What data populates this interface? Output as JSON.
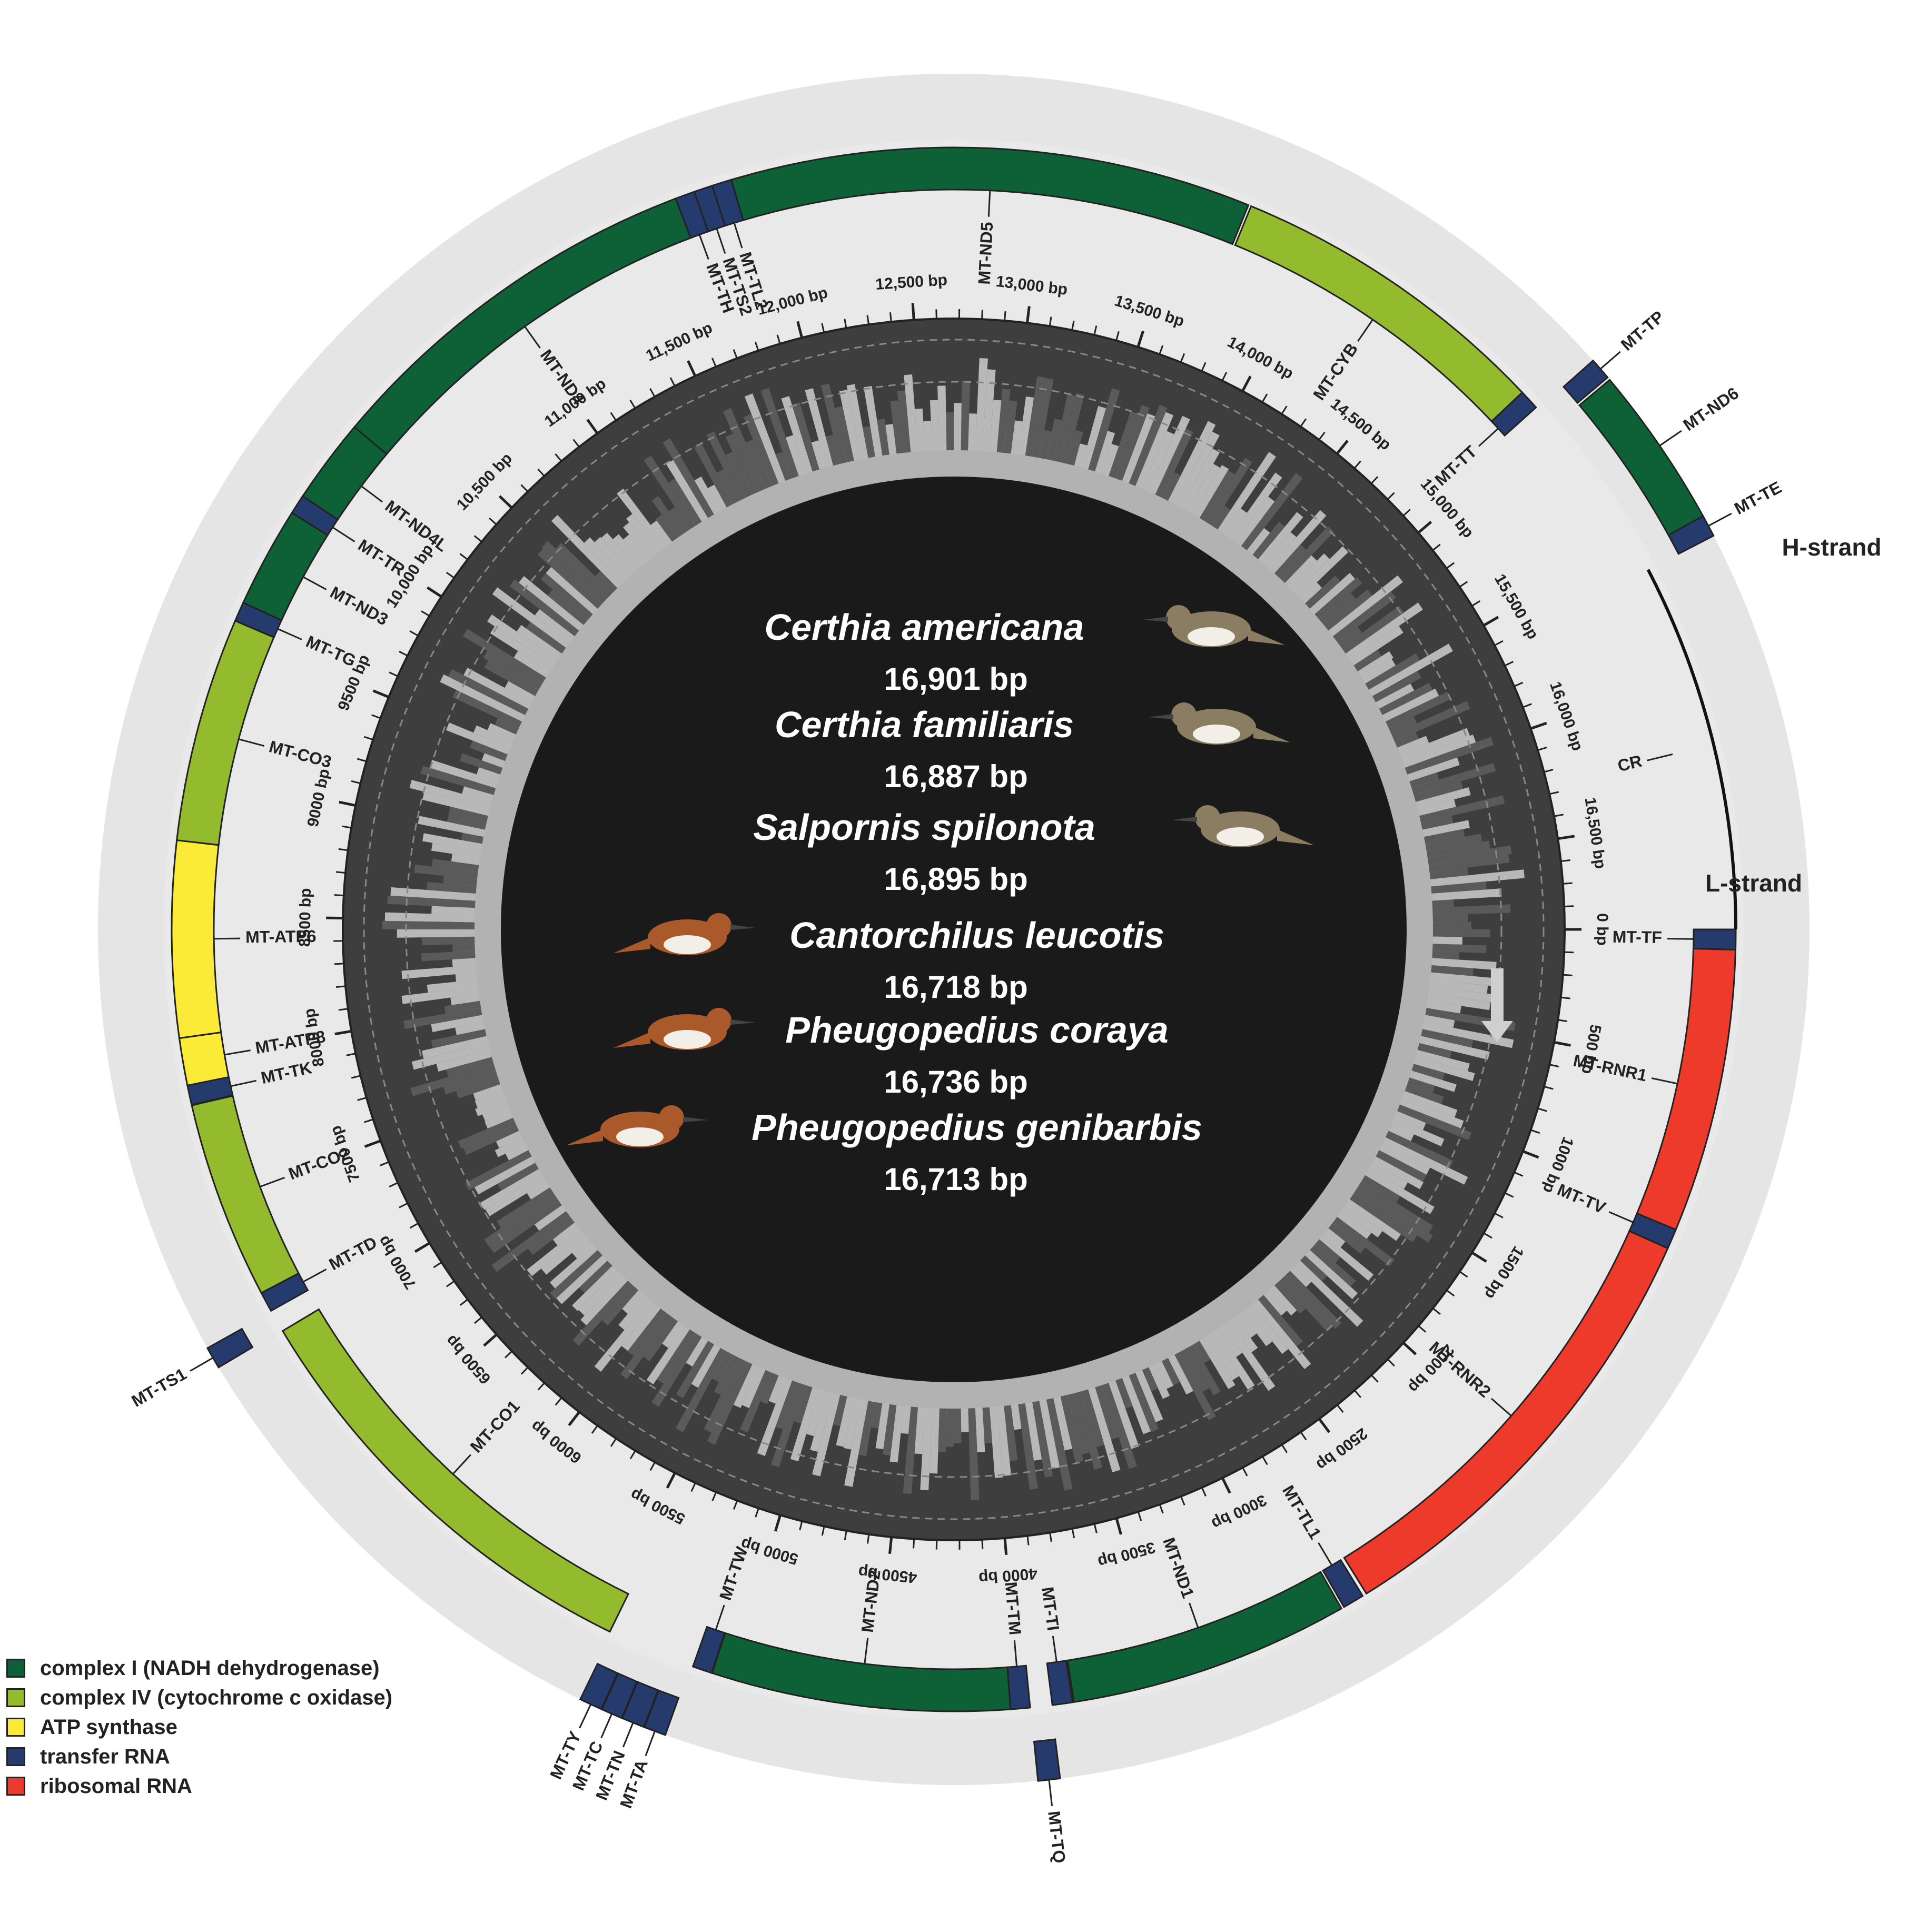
{
  "colors": {
    "complex_i": "#0e6136",
    "complex_iv": "#94bb2d",
    "atp": "#fbeb38",
    "trna": "#253a6d",
    "rrna": "#ee3a2b",
    "outer_ring": "#e5e5e5",
    "inner_ring": "#e9e9e9",
    "dark_ring": "#3e3e3e",
    "mid_ring": "#b2b2b2",
    "center": "#1a1a1a",
    "wren_brown": "#a9592a",
    "creeper_brown": "#8a7d62"
  },
  "genome": {
    "total_bp": 16901
  },
  "strands": {
    "h_label": "H-strand",
    "l_label": "L-strand"
  },
  "legend": [
    {
      "label": "complex I (NADH dehydrogenase)",
      "color_key": "complex_i"
    },
    {
      "label": "complex IV (cytochrome c oxidase)",
      "color_key": "complex_iv"
    },
    {
      "label": "ATP synthase",
      "color_key": "atp"
    },
    {
      "label": "transfer RNA",
      "color_key": "trna"
    },
    {
      "label": "ribosomal RNA",
      "color_key": "rrna"
    }
  ],
  "species": [
    {
      "name": "Certhia americana",
      "length": "16,901 bp",
      "bird": "creeper-bird"
    },
    {
      "name": "Certhia familiaris",
      "length": "16,887 bp",
      "bird": "creeper-bird"
    },
    {
      "name": "Salpornis spilonota",
      "length": "16,895 bp",
      "bird": "spotted-creeper-bird"
    },
    {
      "name": "Cantorchilus leucotis",
      "length": "16,718 bp",
      "bird": "wren-bird"
    },
    {
      "name": "Pheugopedius coraya",
      "length": "16,736 bp",
      "bird": "wren-bird"
    },
    {
      "name": "Pheugopedius genibarbis",
      "length": "16,713 bp",
      "bird": "wren-bird"
    }
  ],
  "chart_data": {
    "type": "circular-genome-map",
    "genes": [
      {
        "name": "MT-TF",
        "start": 0,
        "end": 70,
        "strand": "outer",
        "cat": "trna"
      },
      {
        "name": "MT-RNR1",
        "start": 70,
        "end": 1060,
        "strand": "outer",
        "cat": "rrna"
      },
      {
        "name": "MT-TV",
        "start": 1060,
        "end": 1130,
        "strand": "outer",
        "cat": "trna"
      },
      {
        "name": "MT-RNR2",
        "start": 1130,
        "end": 2730,
        "strand": "outer",
        "cat": "rrna"
      },
      {
        "name": "MT-TL1",
        "start": 2745,
        "end": 2820,
        "strand": "outer",
        "cat": "trna"
      },
      {
        "name": "MT-ND1",
        "start": 2830,
        "end": 3810,
        "strand": "outer",
        "cat": "complex_i"
      },
      {
        "name": "MT-TI",
        "start": 3815,
        "end": 3885,
        "strand": "outer",
        "cat": "trna"
      },
      {
        "name": "MT-TQ",
        "start": 3890,
        "end": 3960,
        "strand": "inner",
        "cat": "trna"
      },
      {
        "name": "MT-TM",
        "start": 3962,
        "end": 4030,
        "strand": "outer",
        "cat": "trna"
      },
      {
        "name": "MT-ND2",
        "start": 4030,
        "end": 5070,
        "strand": "outer",
        "cat": "complex_i"
      },
      {
        "name": "MT-TW",
        "start": 5072,
        "end": 5140,
        "strand": "outer",
        "cat": "trna"
      },
      {
        "name": "MT-TA",
        "start": 5150,
        "end": 5220,
        "strand": "inner",
        "cat": "trna"
      },
      {
        "name": "MT-TN",
        "start": 5222,
        "end": 5295,
        "strand": "inner",
        "cat": "trna"
      },
      {
        "name": "MT-TC",
        "start": 5297,
        "end": 5365,
        "strand": "inner",
        "cat": "trna"
      },
      {
        "name": "MT-TY",
        "start": 5367,
        "end": 5440,
        "strand": "inner",
        "cat": "trna"
      },
      {
        "name": "MT-CO1",
        "start": 5450,
        "end": 7000,
        "strand": "outer",
        "cat": "complex_iv"
      },
      {
        "name": "MT-TS1",
        "start": 7005,
        "end": 7075,
        "strand": "inner",
        "cat": "trna"
      },
      {
        "name": "MT-TD",
        "start": 7080,
        "end": 7150,
        "strand": "outer",
        "cat": "trna"
      },
      {
        "name": "MT-CO2",
        "start": 7150,
        "end": 7840,
        "strand": "outer",
        "cat": "complex_iv"
      },
      {
        "name": "MT-TK",
        "start": 7842,
        "end": 7910,
        "strand": "outer",
        "cat": "trna"
      },
      {
        "name": "MT-ATP8",
        "start": 7910,
        "end": 8075,
        "strand": "outer",
        "cat": "atp"
      },
      {
        "name": "MT-ATP6",
        "start": 8075,
        "end": 8758,
        "strand": "outer",
        "cat": "atp"
      },
      {
        "name": "MT-CO3",
        "start": 8758,
        "end": 9542,
        "strand": "outer",
        "cat": "complex_iv"
      },
      {
        "name": "MT-TG",
        "start": 9542,
        "end": 9610,
        "strand": "outer",
        "cat": "trna"
      },
      {
        "name": "MT-ND3",
        "start": 9610,
        "end": 9962,
        "strand": "outer",
        "cat": "complex_i"
      },
      {
        "name": "MT-TR",
        "start": 9962,
        "end": 10030,
        "strand": "outer",
        "cat": "trna"
      },
      {
        "name": "MT-ND4L",
        "start": 10030,
        "end": 10327,
        "strand": "outer",
        "cat": "complex_i"
      },
      {
        "name": "MT-ND4",
        "start": 10327,
        "end": 11698,
        "strand": "outer",
        "cat": "complex_i"
      },
      {
        "name": "MT-TH",
        "start": 11698,
        "end": 11766,
        "strand": "outer",
        "cat": "trna"
      },
      {
        "name": "MT-TS2",
        "start": 11766,
        "end": 11831,
        "strand": "outer",
        "cat": "trna"
      },
      {
        "name": "MT-TL2",
        "start": 11831,
        "end": 11900,
        "strand": "outer",
        "cat": "trna"
      },
      {
        "name": "MT-ND5",
        "start": 11900,
        "end": 13715,
        "strand": "outer",
        "cat": "complex_i"
      },
      {
        "name": "MT-CYB",
        "start": 13725,
        "end": 14865,
        "strand": "outer",
        "cat": "complex_iv"
      },
      {
        "name": "MT-TT",
        "start": 14865,
        "end": 14935,
        "strand": "outer",
        "cat": "trna"
      },
      {
        "name": "MT-TP",
        "start": 14945,
        "end": 15015,
        "strand": "inner",
        "cat": "trna"
      },
      {
        "name": "MT-ND6",
        "start": 15025,
        "end": 15545,
        "strand": "inner",
        "cat": "complex_i"
      },
      {
        "name": "MT-TE",
        "start": 15545,
        "end": 15615,
        "strand": "inner",
        "cat": "trna"
      },
      {
        "name": "CR",
        "start": 15615,
        "end": 16901,
        "strand": "line",
        "cat": "none"
      }
    ],
    "ticks": [
      {
        "pos": 0,
        "label": "0 bp"
      },
      {
        "pos": 500,
        "label": "500 bp"
      },
      {
        "pos": 1000,
        "label": "1000 bp"
      },
      {
        "pos": 1500,
        "label": "1500 bp"
      },
      {
        "pos": 2000,
        "label": "2000 bp"
      },
      {
        "pos": 2500,
        "label": "2500 bp"
      },
      {
        "pos": 3000,
        "label": "3000 bp"
      },
      {
        "pos": 3500,
        "label": "3500 bp"
      },
      {
        "pos": 4000,
        "label": "4000 bp"
      },
      {
        "pos": 4500,
        "label": "4500 bp"
      },
      {
        "pos": 5000,
        "label": "5000 bp"
      },
      {
        "pos": 5500,
        "label": "5500 bp"
      },
      {
        "pos": 6000,
        "label": "6000 bp"
      },
      {
        "pos": 6500,
        "label": "6500 bp"
      },
      {
        "pos": 7000,
        "label": "7000 bp"
      },
      {
        "pos": 7500,
        "label": "7500 bp"
      },
      {
        "pos": 8000,
        "label": "8000 bp"
      },
      {
        "pos": 8500,
        "label": "8500 bp"
      },
      {
        "pos": 9000,
        "label": "9000 bp"
      },
      {
        "pos": 9500,
        "label": "9500 bp"
      },
      {
        "pos": 10000,
        "label": "10,000 bp"
      },
      {
        "pos": 10500,
        "label": "10,500 bp"
      },
      {
        "pos": 11000,
        "label": "11,000 bp"
      },
      {
        "pos": 11500,
        "label": "11,500 bp"
      },
      {
        "pos": 12000,
        "label": "12,000 bp"
      },
      {
        "pos": 12500,
        "label": "12,500 bp"
      },
      {
        "pos": 13000,
        "label": "13,000 bp"
      },
      {
        "pos": 13500,
        "label": "13,500 bp"
      },
      {
        "pos": 14000,
        "label": "14,000 bp"
      },
      {
        "pos": 14500,
        "label": "14,500 bp"
      },
      {
        "pos": 15000,
        "label": "15,000 bp"
      },
      {
        "pos": 15500,
        "label": "15,500 bp"
      },
      {
        "pos": 16000,
        "label": "16,000 bp"
      },
      {
        "pos": 16500,
        "label": "16,500 bp"
      }
    ]
  }
}
